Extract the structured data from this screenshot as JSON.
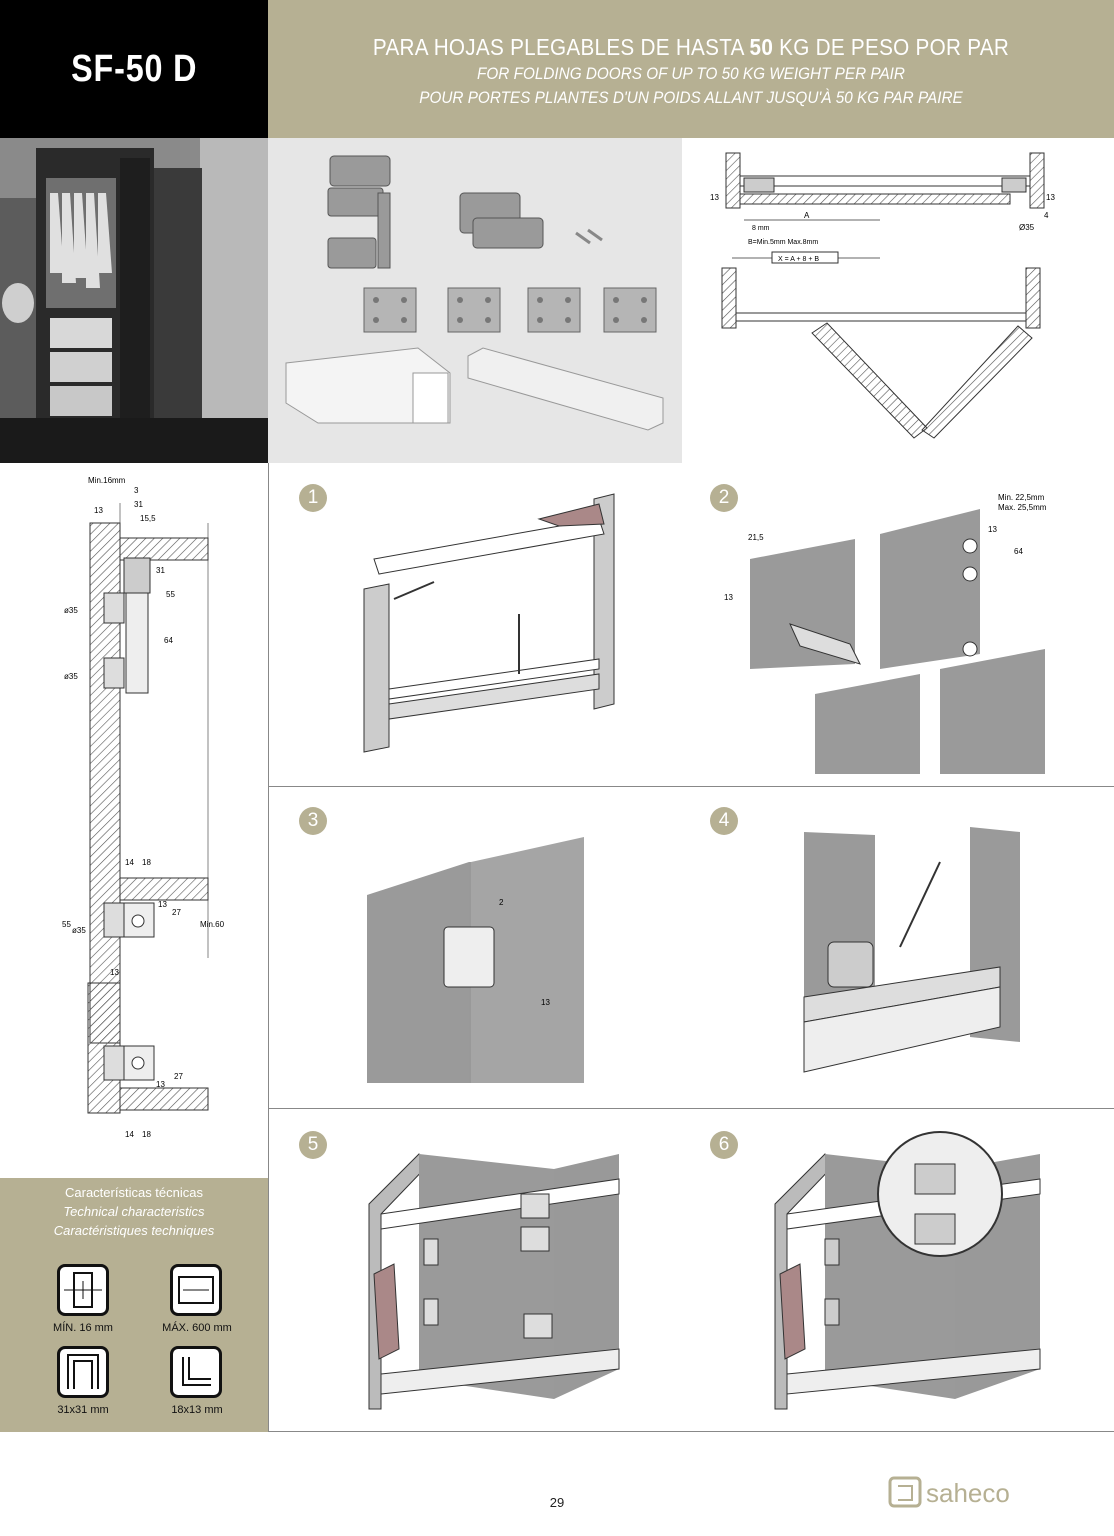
{
  "model": "SF-50 D",
  "header": {
    "line_es_pre": "PARA HOJAS PLEGABLES DE HASTA ",
    "line_es_bold": "50",
    "line_es_post": " KG DE PESO POR PAR",
    "line_en": "FOR FOLDING DOORS OF UP TO 50 KG WEIGHT PER PAIR",
    "line_fr": "POUR PORTES PLIANTES D'UN POIDS ALLANT JUSQU'À 50 KG PAR PAIRE"
  },
  "plan": {
    "dim_13_left": "13",
    "dim_13_right": "13",
    "dim_4": "4",
    "dim_A": "A",
    "dim_8mm": "8 mm",
    "dim_B": "B=Min.5mm Max.8mm",
    "dim_X": "X = A + 8 + B",
    "dim_d35": "Ø35"
  },
  "section": {
    "min16": "Min.16mm",
    "d3": "3",
    "d13": "13",
    "d31": "31",
    "d15_5": "15,5",
    "d31b": "31",
    "d55": "55",
    "d64": "64",
    "o35a": "ø35",
    "o35b": "ø35",
    "d14": "14",
    "d18": "18",
    "d13b": "13",
    "d27": "27",
    "d55b": "55",
    "o35c": "ø35",
    "min60": "Min.60",
    "d13c": "13",
    "d27b": "27",
    "d13d": "13",
    "d14b": "14",
    "d18b": "18"
  },
  "steps": [
    {
      "n": "1"
    },
    {
      "n": "2"
    },
    {
      "n": "3"
    },
    {
      "n": "4"
    },
    {
      "n": "5"
    },
    {
      "n": "6"
    }
  ],
  "step2": {
    "min": "Min. 22,5mm",
    "max": "Max. 25,5mm",
    "d13": "13",
    "d64": "64",
    "d21_5": "21,5",
    "d13b": "13"
  },
  "step3": {
    "d2": "2",
    "d13": "13"
  },
  "tech": {
    "title_es": "Características técnicas",
    "title_en": "Technical characteristics",
    "title_fr": "Caractéristiques techniques",
    "min": "MÍN. 16 mm",
    "max": "MÁX. 600 mm",
    "profile": "31x31 mm",
    "bottom": "18x13 mm"
  },
  "page_number": "29",
  "logo": "saheco",
  "colors": {
    "accent": "#b6b093",
    "black": "#000000"
  }
}
